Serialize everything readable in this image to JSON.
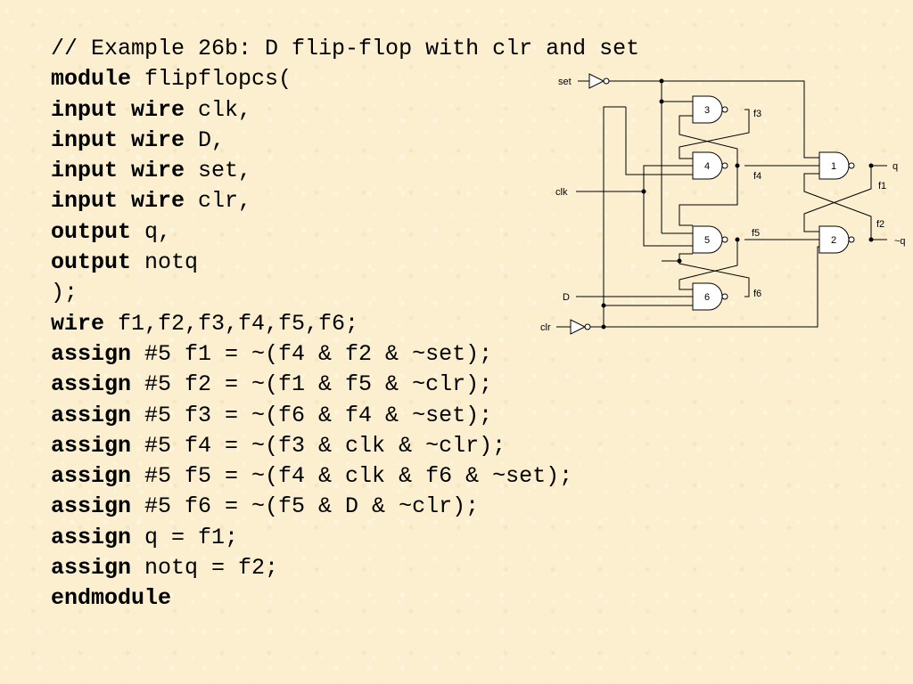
{
  "code_lines": [
    [
      {
        "t": "// Example 26b: D flip-flop with clr and set",
        "k": false
      }
    ],
    [
      {
        "t": "module",
        "k": true
      },
      {
        "t": " flipflopcs(",
        "k": false
      }
    ],
    [
      {
        "t": "input wire",
        "k": true
      },
      {
        "t": " clk,",
        "k": false
      }
    ],
    [
      {
        "t": "input wire",
        "k": true
      },
      {
        "t": " D,",
        "k": false
      }
    ],
    [
      {
        "t": "input wire",
        "k": true
      },
      {
        "t": " set,",
        "k": false
      }
    ],
    [
      {
        "t": "input wire",
        "k": true
      },
      {
        "t": " clr,",
        "k": false
      }
    ],
    [
      {
        "t": "output",
        "k": true
      },
      {
        "t": " q,",
        "k": false
      }
    ],
    [
      {
        "t": "output",
        "k": true
      },
      {
        "t": " notq",
        "k": false
      }
    ],
    [
      {
        "t": ");",
        "k": false
      }
    ],
    [
      {
        "t": "wire",
        "k": true
      },
      {
        "t": " f1,f2,f3,f4,f5,f6;",
        "k": false
      }
    ],
    [
      {
        "t": "assign",
        "k": true
      },
      {
        "t": " #5 f1 = ~(f4 & f2 & ~set);",
        "k": false
      }
    ],
    [
      {
        "t": "assign",
        "k": true
      },
      {
        "t": " #5 f2 = ~(f1 & f5 & ~clr);",
        "k": false
      }
    ],
    [
      {
        "t": "assign",
        "k": true
      },
      {
        "t": " #5 f3 = ~(f6 & f4 & ~set);",
        "k": false
      }
    ],
    [
      {
        "t": "assign",
        "k": true
      },
      {
        "t": " #5 f4 = ~(f3 & clk & ~clr);",
        "k": false
      }
    ],
    [
      {
        "t": "assign",
        "k": true
      },
      {
        "t": " #5 f5 = ~(f4 & clk & f6 & ~set);",
        "k": false
      }
    ],
    [
      {
        "t": "assign",
        "k": true
      },
      {
        "t": " #5 f6 = ~(f5 & D & ~clr);",
        "k": false
      }
    ],
    [
      {
        "t": "assign",
        "k": true
      },
      {
        "t": " q = f1;",
        "k": false
      }
    ],
    [
      {
        "t": "assign",
        "k": true
      },
      {
        "t": " notq = f2;",
        "k": false
      }
    ],
    [
      {
        "t": "endmodule",
        "k": true
      }
    ]
  ],
  "circuit": {
    "inputs": {
      "set": "set",
      "clk": "clk",
      "D": "D",
      "clr": "clr"
    },
    "outputs": {
      "q": "q",
      "notq": "~q"
    },
    "nets": {
      "f1": "f1",
      "f2": "f2",
      "f3": "f3",
      "f4": "f4",
      "f5": "f5",
      "f6": "f6"
    },
    "gates": {
      "g1": "1",
      "g2": "2",
      "g3": "3",
      "g4": "4",
      "g5": "5",
      "g6": "6"
    }
  }
}
